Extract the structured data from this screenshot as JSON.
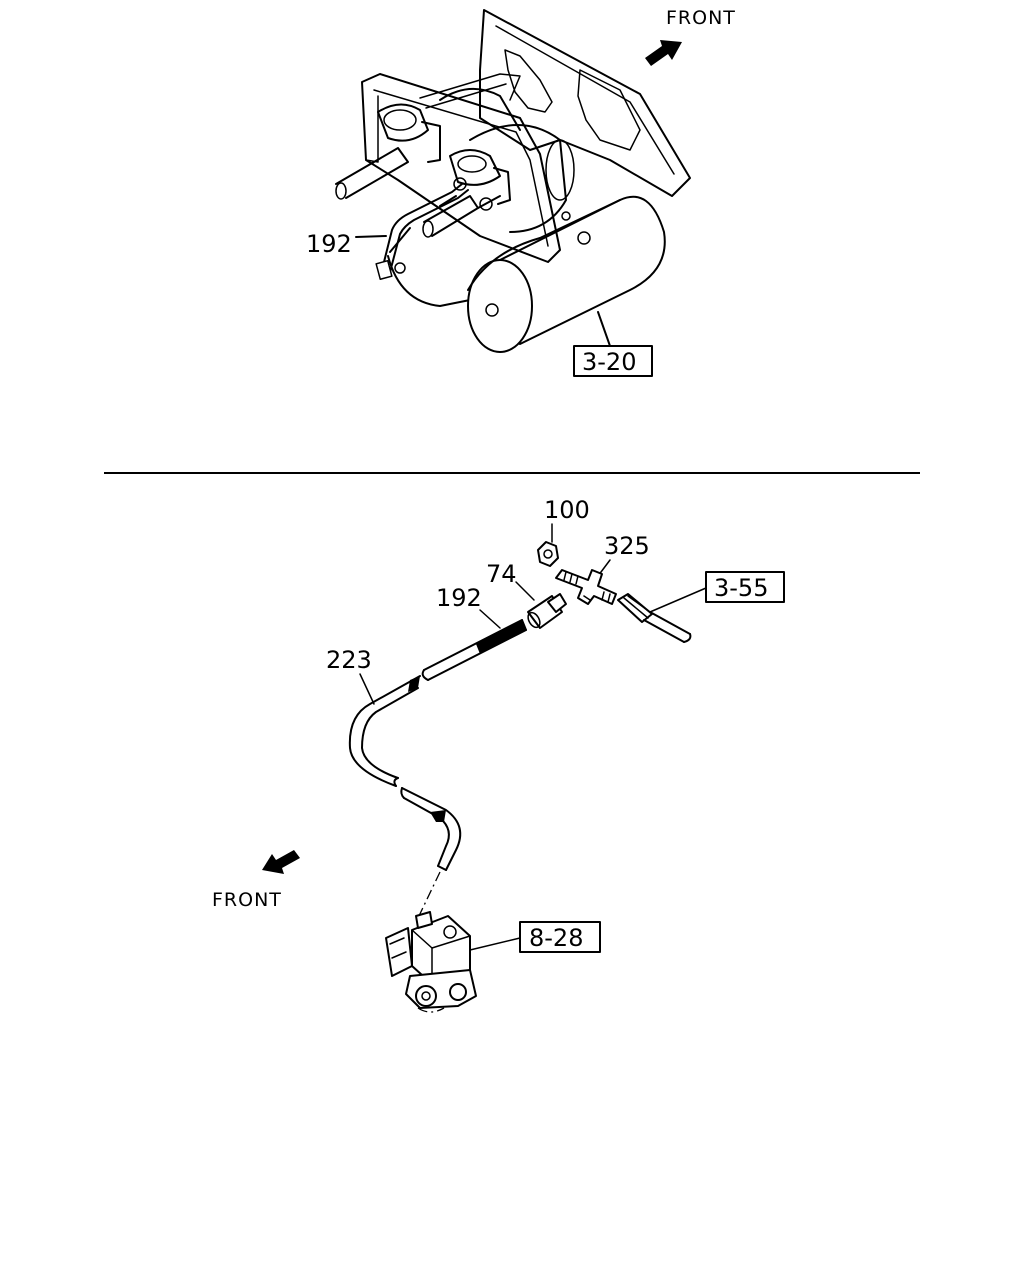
{
  "upper": {
    "front_label": "FRONT",
    "callouts": {
      "hose": "192",
      "tank_ref": "3-20"
    }
  },
  "lower": {
    "front_label": "FRONT",
    "callouts": {
      "nut": "100",
      "tee": "325",
      "sleeve": "74",
      "pipe": "192",
      "hose": "223",
      "line_ref": "3-55",
      "valve_ref": "8-28"
    }
  }
}
